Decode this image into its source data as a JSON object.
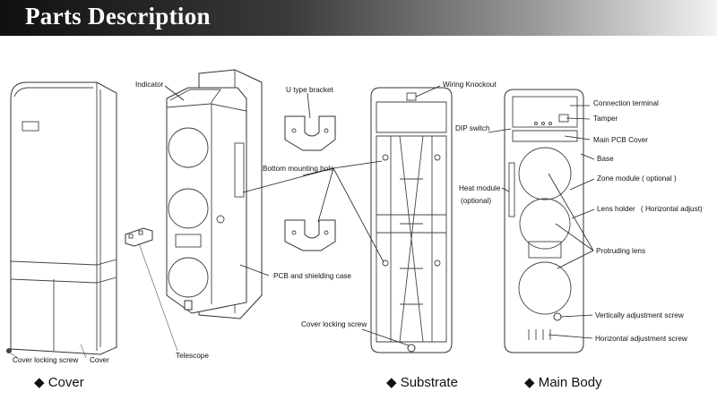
{
  "header": {
    "title": "Parts Description"
  },
  "sections": {
    "cover": "◆ Cover",
    "substrate": "◆ Substrate",
    "main_body": "◆ Main Body"
  },
  "labels": {
    "indicator": "Indicator",
    "u_type_bracket": "U type bracket",
    "bottom_mounting_hole": "Bottom mounting hole",
    "pcb_shielding_case": "PCB and shielding case",
    "telescope": "Telescope",
    "cover_locking_screw_left": "Cover locking screw",
    "cover": "Cover",
    "wiring_knockout": "Wiring Knockout",
    "dip_switch": "DIP switch",
    "heat_module": "Heat module",
    "heat_module_optional": "(optional)",
    "cover_locking_screw_mid": "Cover locking screw",
    "connection_terminal": "Connection terminal",
    "tamper": "Tamper",
    "main_pcb_cover": "Main PCB Cover",
    "base": "Base",
    "zone_module": "Zone module",
    "zone_module_optional": "( optional )",
    "lens_holder": "Lens holder",
    "lens_holder_note": "( Horizontal adjust)",
    "protruding_lens": "Protruding lens",
    "vertical_adjustment_screw": "Vertically adjustment screw",
    "horizontal_adjustment_screw": "Horizontal adjustment screw"
  },
  "colors": {
    "header_dark": "#101010",
    "header_light": "#f2f2f2",
    "line": "#222222"
  }
}
